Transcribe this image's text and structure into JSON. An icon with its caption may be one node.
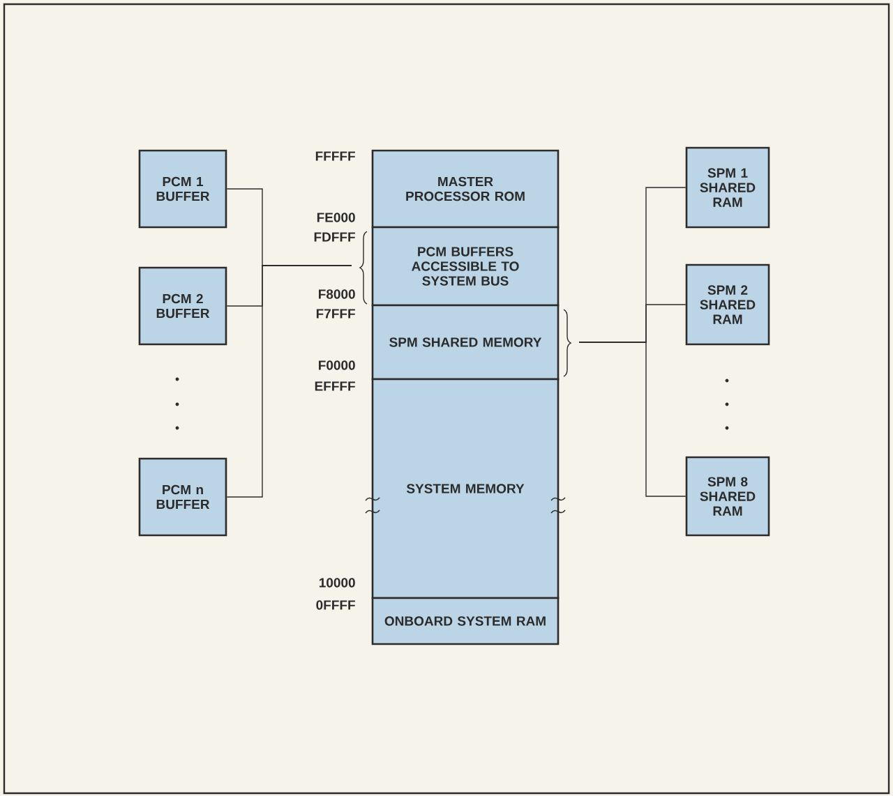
{
  "diagram": {
    "nodes": [
      {
        "text": [
          "PCM 1 BUFFER"
        ]
      },
      {
        "text": [
          "PCM 2 BUFFER"
        ]
      },
      {
        "text": [
          "PCM n BUFFER"
        ]
      },
      {
        "text": [
          "MASTER PROCESSOR ROM"
        ]
      },
      {
        "text": [
          "PCM BUFFERS ACCESSIBLE TO SYSTEM BUS"
        ]
      },
      {
        "text": [
          "SPM SHARED MEMORY"
        ]
      },
      {
        "text": [
          "SYSTEM MEMORY"
        ]
      },
      {
        "text": [
          "ONBOARD SYSTEM RAM"
        ]
      },
      {
        "text": [
          "SPM 1 SHARED RAM"
        ]
      },
      {
        "text": [
          "SPM 2 SHARED RAM"
        ]
      },
      {
        "text": [
          "SPM 8 SHARED RAM"
        ]
      }
    ],
    "edges": [
      {
        "from": 0,
        "to": 4,
        "arrow": "none"
      },
      {
        "from": 1,
        "to": 4,
        "arrow": "none"
      },
      {
        "from": 2,
        "to": 4,
        "arrow": "none"
      },
      {
        "from": 5,
        "to": 8,
        "arrow": "none"
      },
      {
        "from": 5,
        "to": 9,
        "arrow": "none"
      },
      {
        "from": 5,
        "to": 10,
        "arrow": "none"
      }
    ],
    "labels": [
      "FFFFF",
      "FE000",
      "FDFFF",
      "F8000",
      "F7FFF",
      "F0000",
      "EFFFF",
      "10000",
      "0FFFF"
    ]
  }
}
